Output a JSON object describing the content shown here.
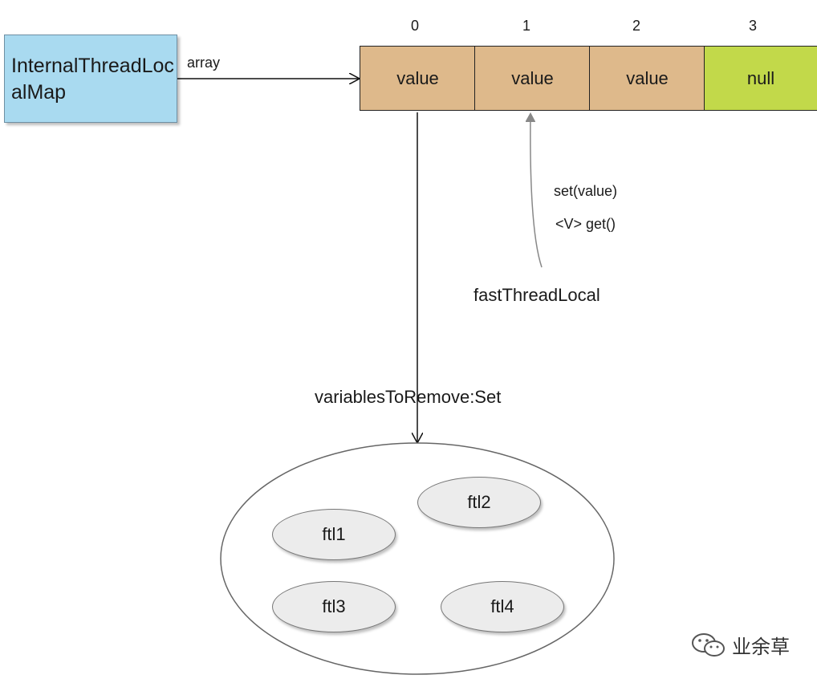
{
  "map": {
    "label": "InternalThreadLocalMap"
  },
  "array_label": "array",
  "cells": [
    {
      "index": "0",
      "text": "value"
    },
    {
      "index": "1",
      "text": "value"
    },
    {
      "index": "2",
      "text": "value"
    },
    {
      "index": "3",
      "text": "null"
    }
  ],
  "methods": {
    "set": "set(value)",
    "get": "<V> get()"
  },
  "fast_thread_local": "fastThreadLocal",
  "set_label": "variablesToRemove:Set",
  "ftl": [
    "ftl1",
    "ftl2",
    "ftl3",
    "ftl4"
  ],
  "watermark": "业余草",
  "colors": {
    "map_fill": "#a9daf0",
    "value_fill": "#deb98b",
    "null_fill": "#c2d94a",
    "ftl_fill": "#ececec"
  }
}
